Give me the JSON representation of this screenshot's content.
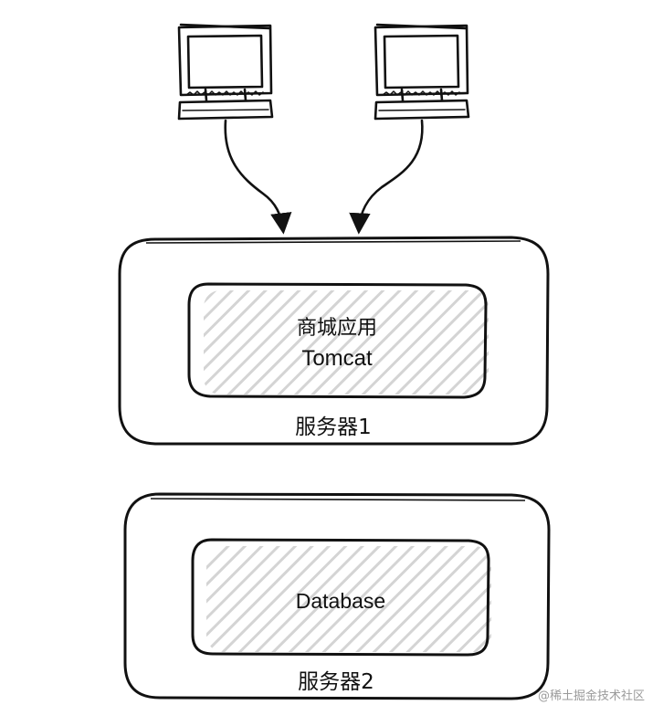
{
  "diagram": {
    "clients": [
      {
        "icon": "computer-icon"
      },
      {
        "icon": "computer-icon"
      }
    ],
    "server1": {
      "label": "服务器1",
      "app_line1": "商城应用",
      "app_line2": "Tomcat"
    },
    "server2": {
      "label": "服务器2",
      "db_label": "Database"
    },
    "watermark": "@稀土掘金技术社区",
    "colors": {
      "stroke": "#111111",
      "hatch": "#d6d6d6",
      "background": "#ffffff"
    }
  }
}
